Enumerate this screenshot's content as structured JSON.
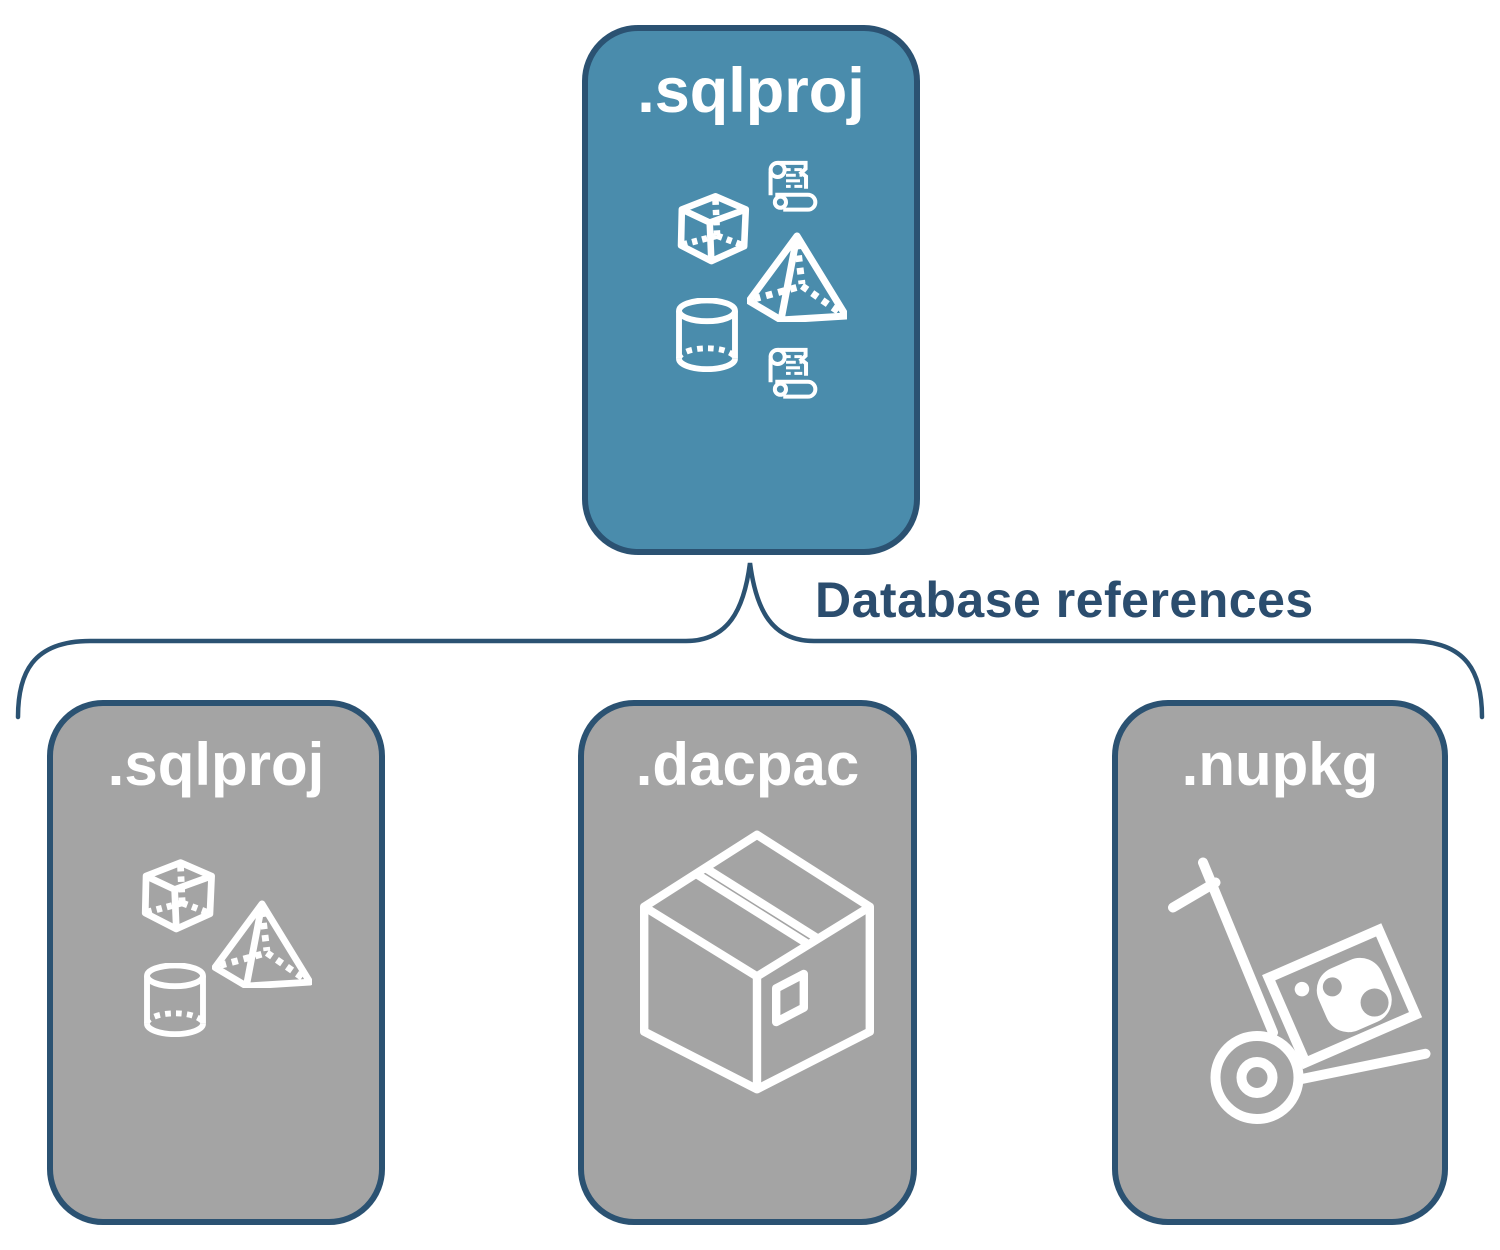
{
  "root": {
    "label": ".sqlproj",
    "icons": [
      "cube-icon",
      "scroll-icon",
      "pyramid-icon",
      "cylinder-icon",
      "scroll-icon"
    ]
  },
  "connector": {
    "label": "Database references"
  },
  "children": [
    {
      "label": ".sqlproj",
      "icons": [
        "cube-icon",
        "pyramid-icon",
        "cylinder-icon"
      ]
    },
    {
      "label": ".dacpac",
      "icons": [
        "package-box-icon"
      ]
    },
    {
      "label": ".nupkg",
      "icons": [
        "hand-truck-package-icon"
      ]
    }
  ],
  "colors": {
    "root_fill": "#4a8cac",
    "child_fill": "#a4a4a4",
    "card_border": "#2b5272",
    "connector_line": "#2b5272",
    "label_text": "#2b4d6e",
    "card_text": "#ffffff",
    "icon_stroke": "#ffffff",
    "background": "#ffffff"
  }
}
